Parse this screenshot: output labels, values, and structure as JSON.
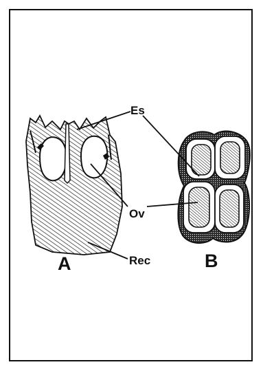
{
  "labels": {
    "es": "Es",
    "ov": "Ov",
    "rec": "Rec",
    "a": "A",
    "b": "B"
  },
  "colors": {
    "ink": "#111111",
    "paper": "#ffffff"
  }
}
